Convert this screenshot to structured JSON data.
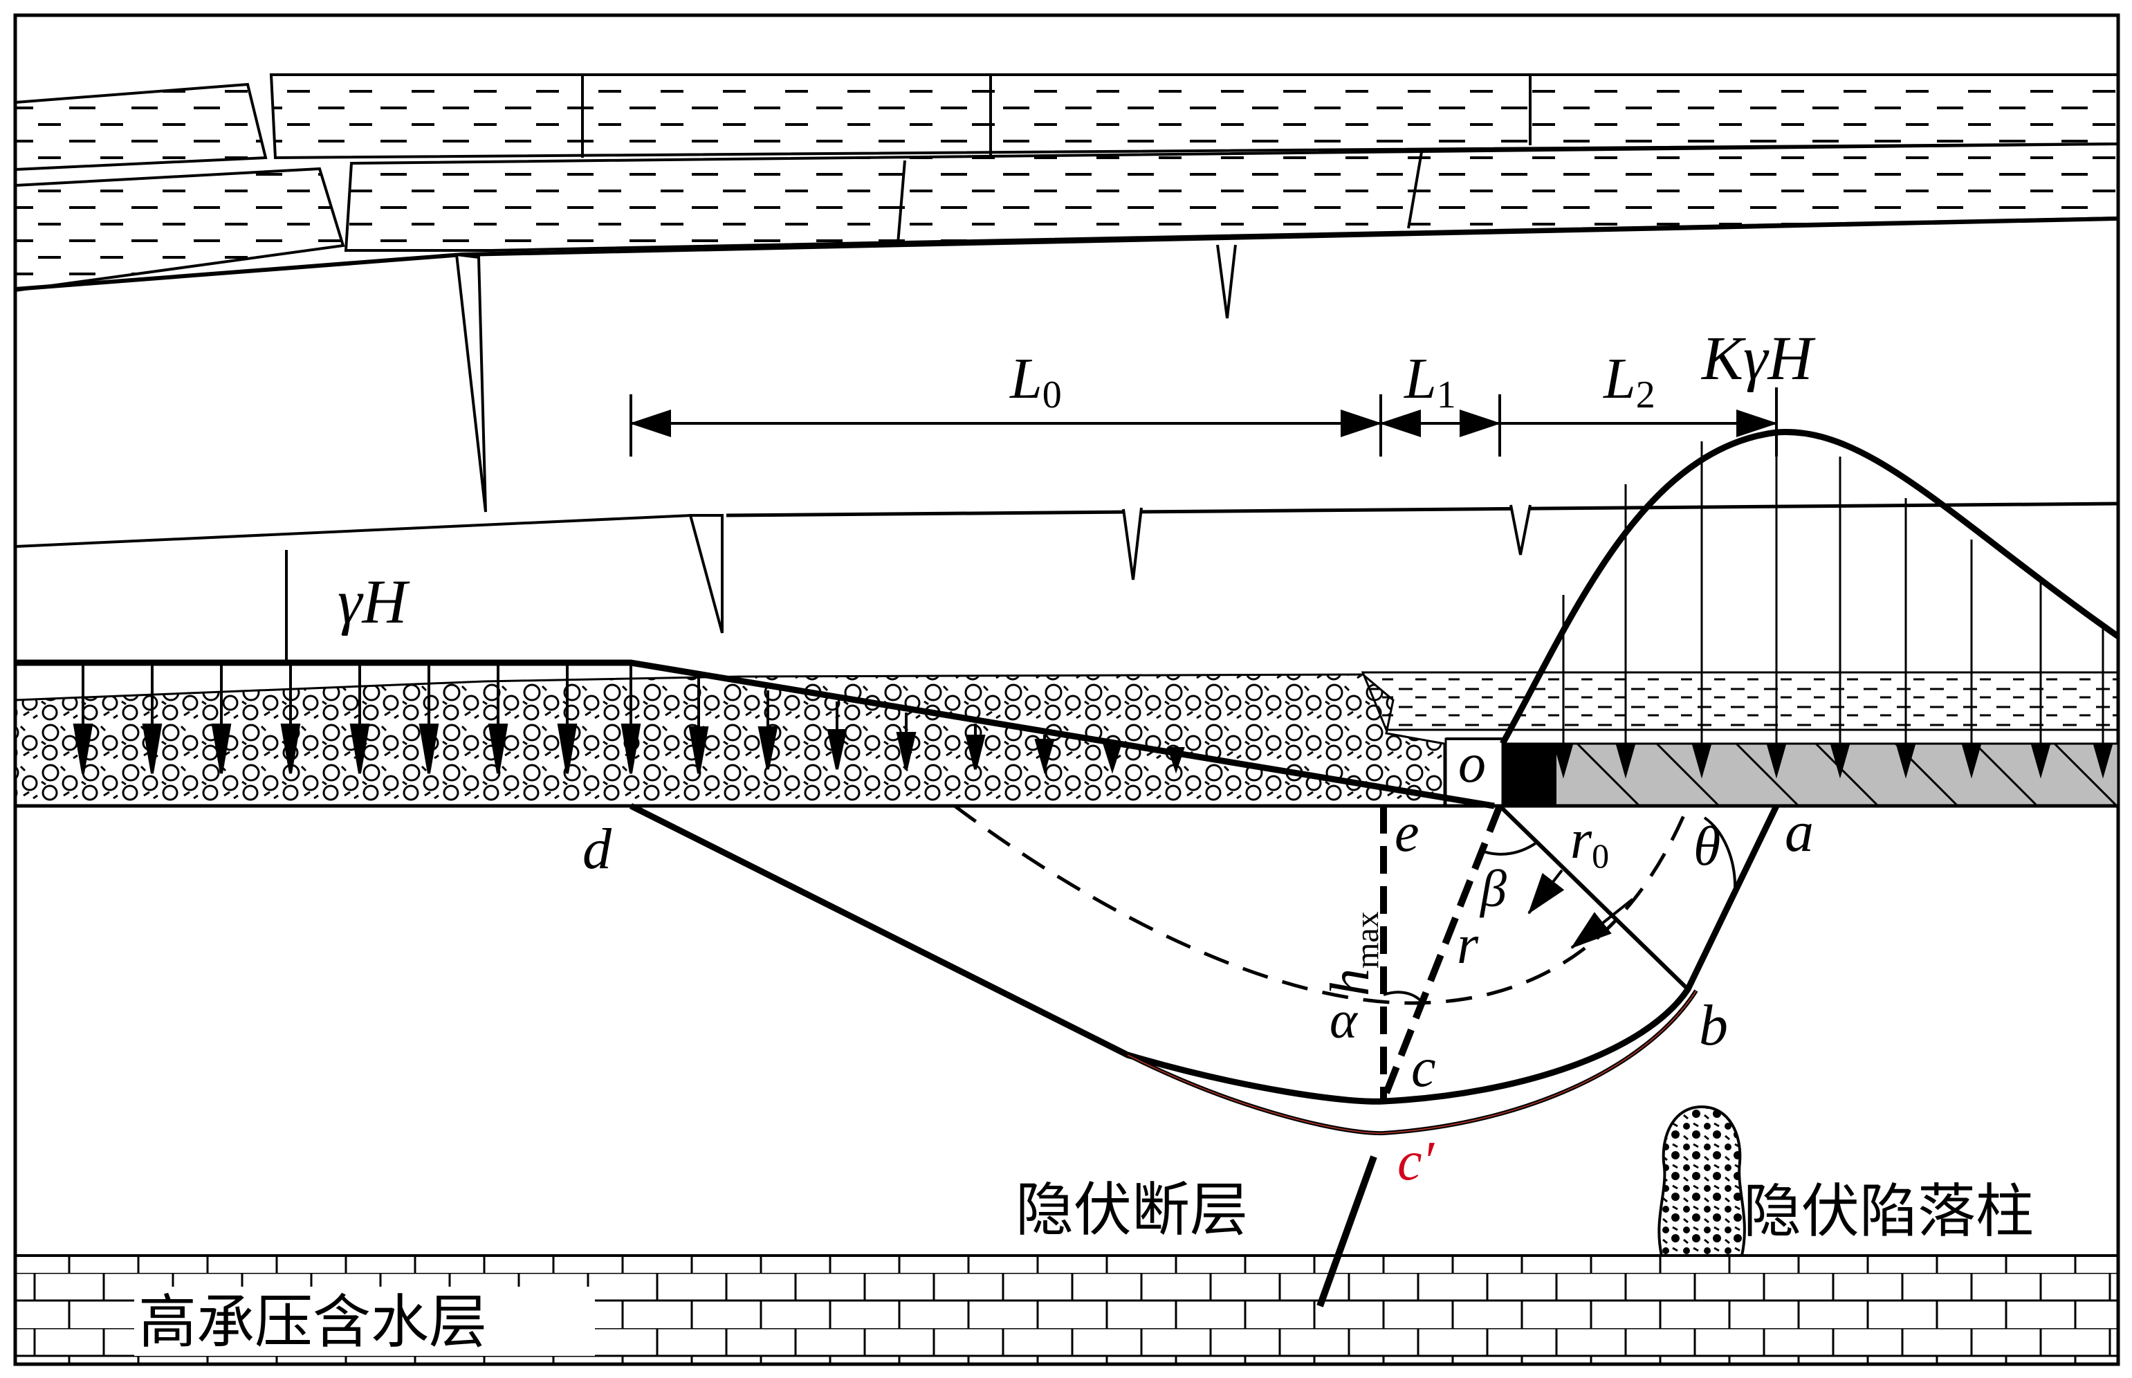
{
  "labels": {
    "L0_main": "L",
    "L0_sub": "0",
    "L1_main": "L",
    "L1_sub": "1",
    "L2_main": "L",
    "L2_sub": "2",
    "peak_load": "KγH",
    "overburden_load": "γH",
    "point_o": "o",
    "point_a": "a",
    "point_b": "b",
    "point_c": "c",
    "point_c_prime": "c′",
    "point_d": "d",
    "point_e": "e",
    "h_main": "h",
    "h_sub": "max",
    "angle_alpha": "α",
    "angle_beta": "β",
    "angle_theta": "θ",
    "radius_r": "r",
    "radius_r0_main": "r",
    "radius_r0_sub": "0",
    "hidden_fault": "隐伏断层",
    "hidden_collapse_column": "隐伏陷落柱",
    "confined_aquifer": "高承压含水层"
  },
  "colors": {
    "ink": "#000000",
    "c_prime_label": "#d0021b",
    "coal_seam_fill": "#bdbdbd"
  }
}
